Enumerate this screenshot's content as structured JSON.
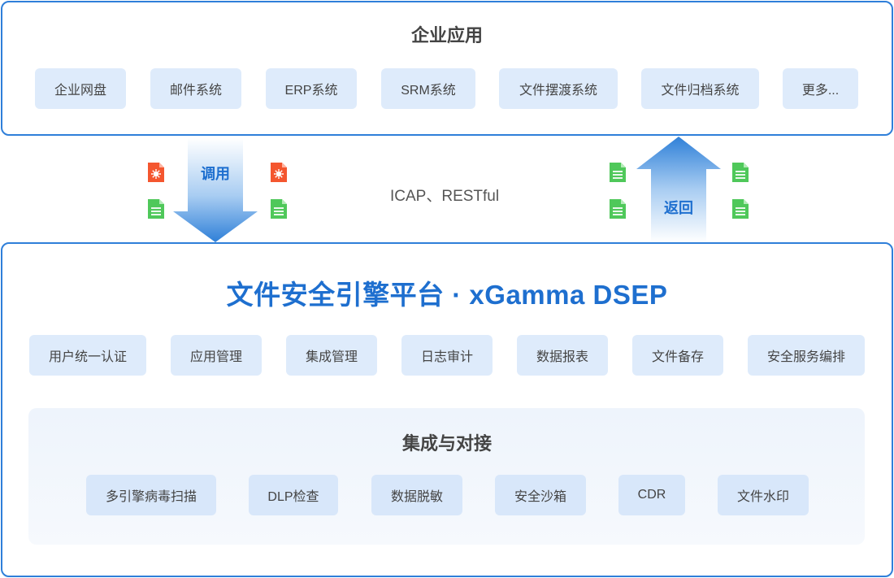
{
  "top": {
    "title": "企业应用",
    "apps": [
      "企业网盘",
      "邮件系统",
      "ERP系统",
      "SRM系统",
      "文件摆渡系统",
      "文件归档系统",
      "更多..."
    ]
  },
  "flow": {
    "call_label": "调用",
    "return_label": "返回",
    "protocols": "ICAP、RESTful"
  },
  "platform": {
    "title": "文件安全引擎平台 · xGamma DSEP",
    "modules": [
      "用户统一认证",
      "应用管理",
      "集成管理",
      "日志审计",
      "数据报表",
      "文件备存",
      "安全服务编排"
    ]
  },
  "integration": {
    "title": "集成与对接",
    "items": [
      "多引擎病毒扫描",
      "DLP检查",
      "数据脱敏",
      "安全沙箱",
      "CDR",
      "文件水印"
    ]
  },
  "icons": {
    "infected_file": "bug-file-icon",
    "clean_file": "clean-file-icon"
  },
  "colors": {
    "border": "#2f7fd9",
    "title_blue": "#1e6fcf",
    "chip_bg": "#deebfb",
    "infected": "#f4562f",
    "clean": "#4fc85a"
  }
}
